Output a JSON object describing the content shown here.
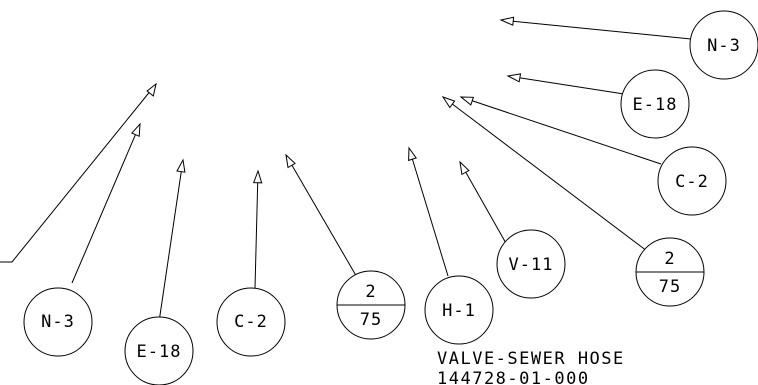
{
  "callouts": [
    {
      "id": "n3-left",
      "text": "N-3"
    },
    {
      "id": "e18-left",
      "text": "E-18"
    },
    {
      "id": "c2-left",
      "text": "C-2"
    },
    {
      "id": "f275-left",
      "num": "2",
      "den": "75"
    },
    {
      "id": "h1",
      "text": "H-1"
    },
    {
      "id": "v11",
      "text": "V-11"
    },
    {
      "id": "f275-right",
      "num": "2",
      "den": "75"
    },
    {
      "id": "c2-right",
      "text": "C-2"
    },
    {
      "id": "e18-right",
      "text": "E-18"
    },
    {
      "id": "n3-right",
      "text": "N-3"
    }
  ],
  "title_block": {
    "line1": "VALVE-SEWER HOSE",
    "line2": "144728-01-000"
  }
}
